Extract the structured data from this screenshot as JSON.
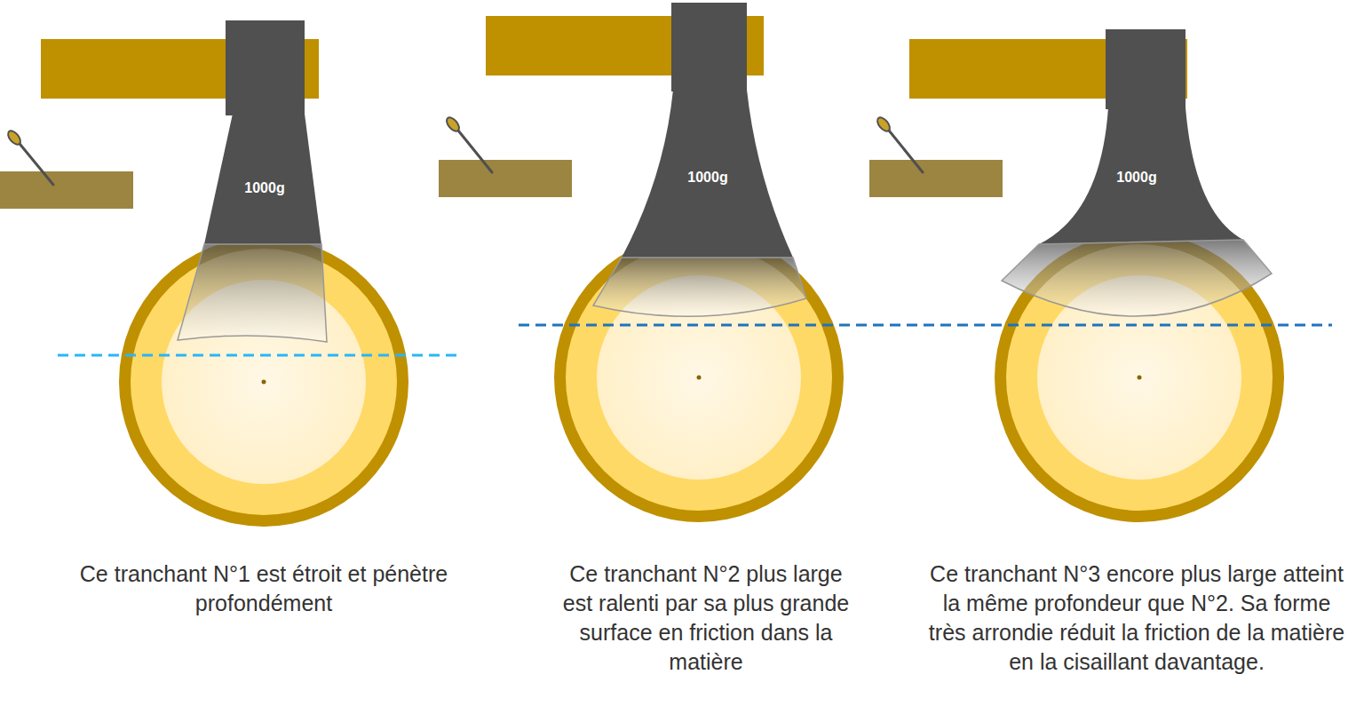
{
  "diagram": {
    "labels": [
      "1000g",
      "Ce tranchant N°1 est étroit et pénètre profondément",
      "1000g",
      "Ce tranchant N°2 plus large est ralenti par sa plus grande surface en friction dans la matière",
      "1000g",
      "Ce tranchant N°3 encore plus large atteint la même profondeur que N°2. Sa forme très arrondie réduit la friction de la matière en la cisaillant davantage."
    ]
  }
}
